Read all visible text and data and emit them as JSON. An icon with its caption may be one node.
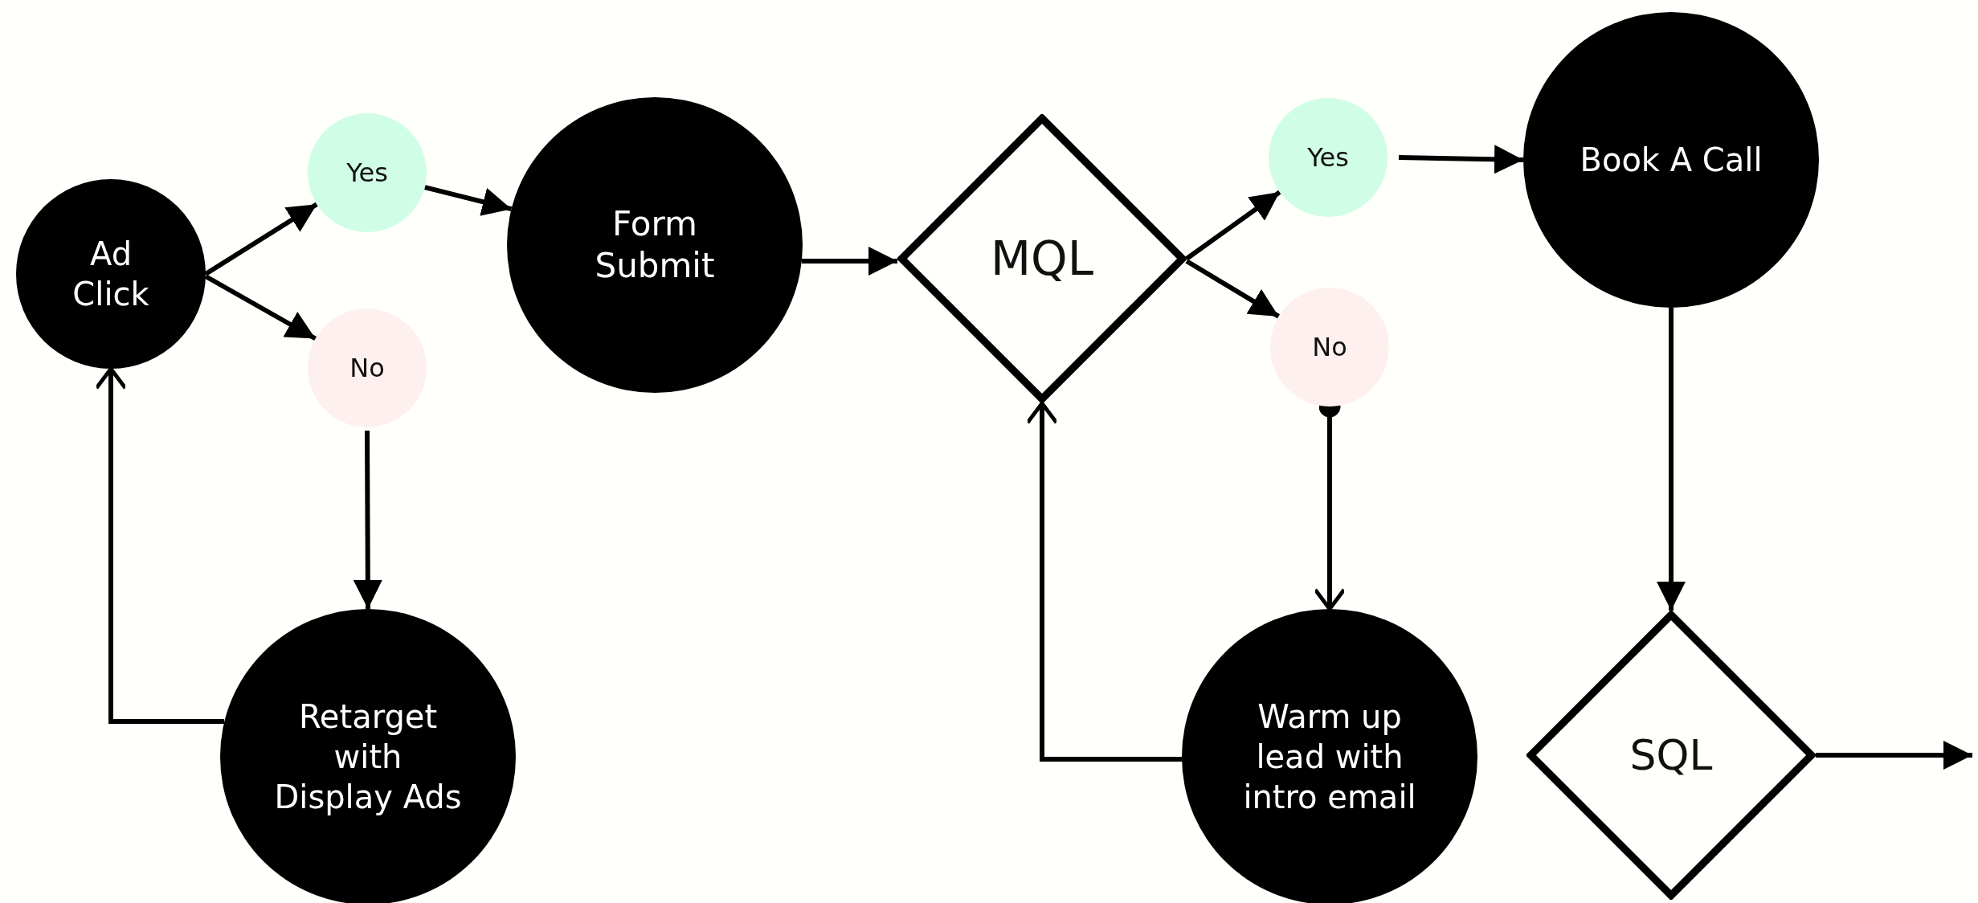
{
  "diagram": {
    "nodes": [
      {
        "text": [
          "Ad Click"
        ]
      },
      {
        "text": [
          "Yes"
        ]
      },
      {
        "text": [
          "No"
        ]
      },
      {
        "text": [
          "Form Submit"
        ]
      },
      {
        "text": [
          "MQL"
        ]
      },
      {
        "text": [
          "Yes"
        ]
      },
      {
        "text": [
          "No"
        ]
      },
      {
        "text": [
          "Book A Call"
        ]
      },
      {
        "text": [
          "Retarget with Display Ads"
        ]
      },
      {
        "text": [
          "Warm up lead with intro email"
        ]
      },
      {
        "text": [
          "SQL"
        ]
      }
    ],
    "edges": [
      {
        "from": 0,
        "to": 1,
        "arrow": "to"
      },
      {
        "from": 0,
        "to": 2,
        "arrow": "to"
      },
      {
        "from": 1,
        "to": 3,
        "arrow": "to"
      },
      {
        "from": 3,
        "to": 4,
        "arrow": "to"
      },
      {
        "from": 4,
        "to": 5,
        "arrow": "to"
      },
      {
        "from": 4,
        "to": 6,
        "arrow": "to"
      },
      {
        "from": 5,
        "to": 7,
        "arrow": "to"
      },
      {
        "from": 6,
        "to": 9,
        "arrow": "to"
      },
      {
        "from": 2,
        "to": 8,
        "arrow": "to"
      },
      {
        "from": 8,
        "to": 0,
        "arrow": "to"
      },
      {
        "from": 9,
        "to": 4,
        "arrow": "to"
      },
      {
        "from": 7,
        "to": 10,
        "arrow": "to"
      },
      {
        "from": 10,
        "to": null,
        "arrow": "to"
      }
    ]
  }
}
